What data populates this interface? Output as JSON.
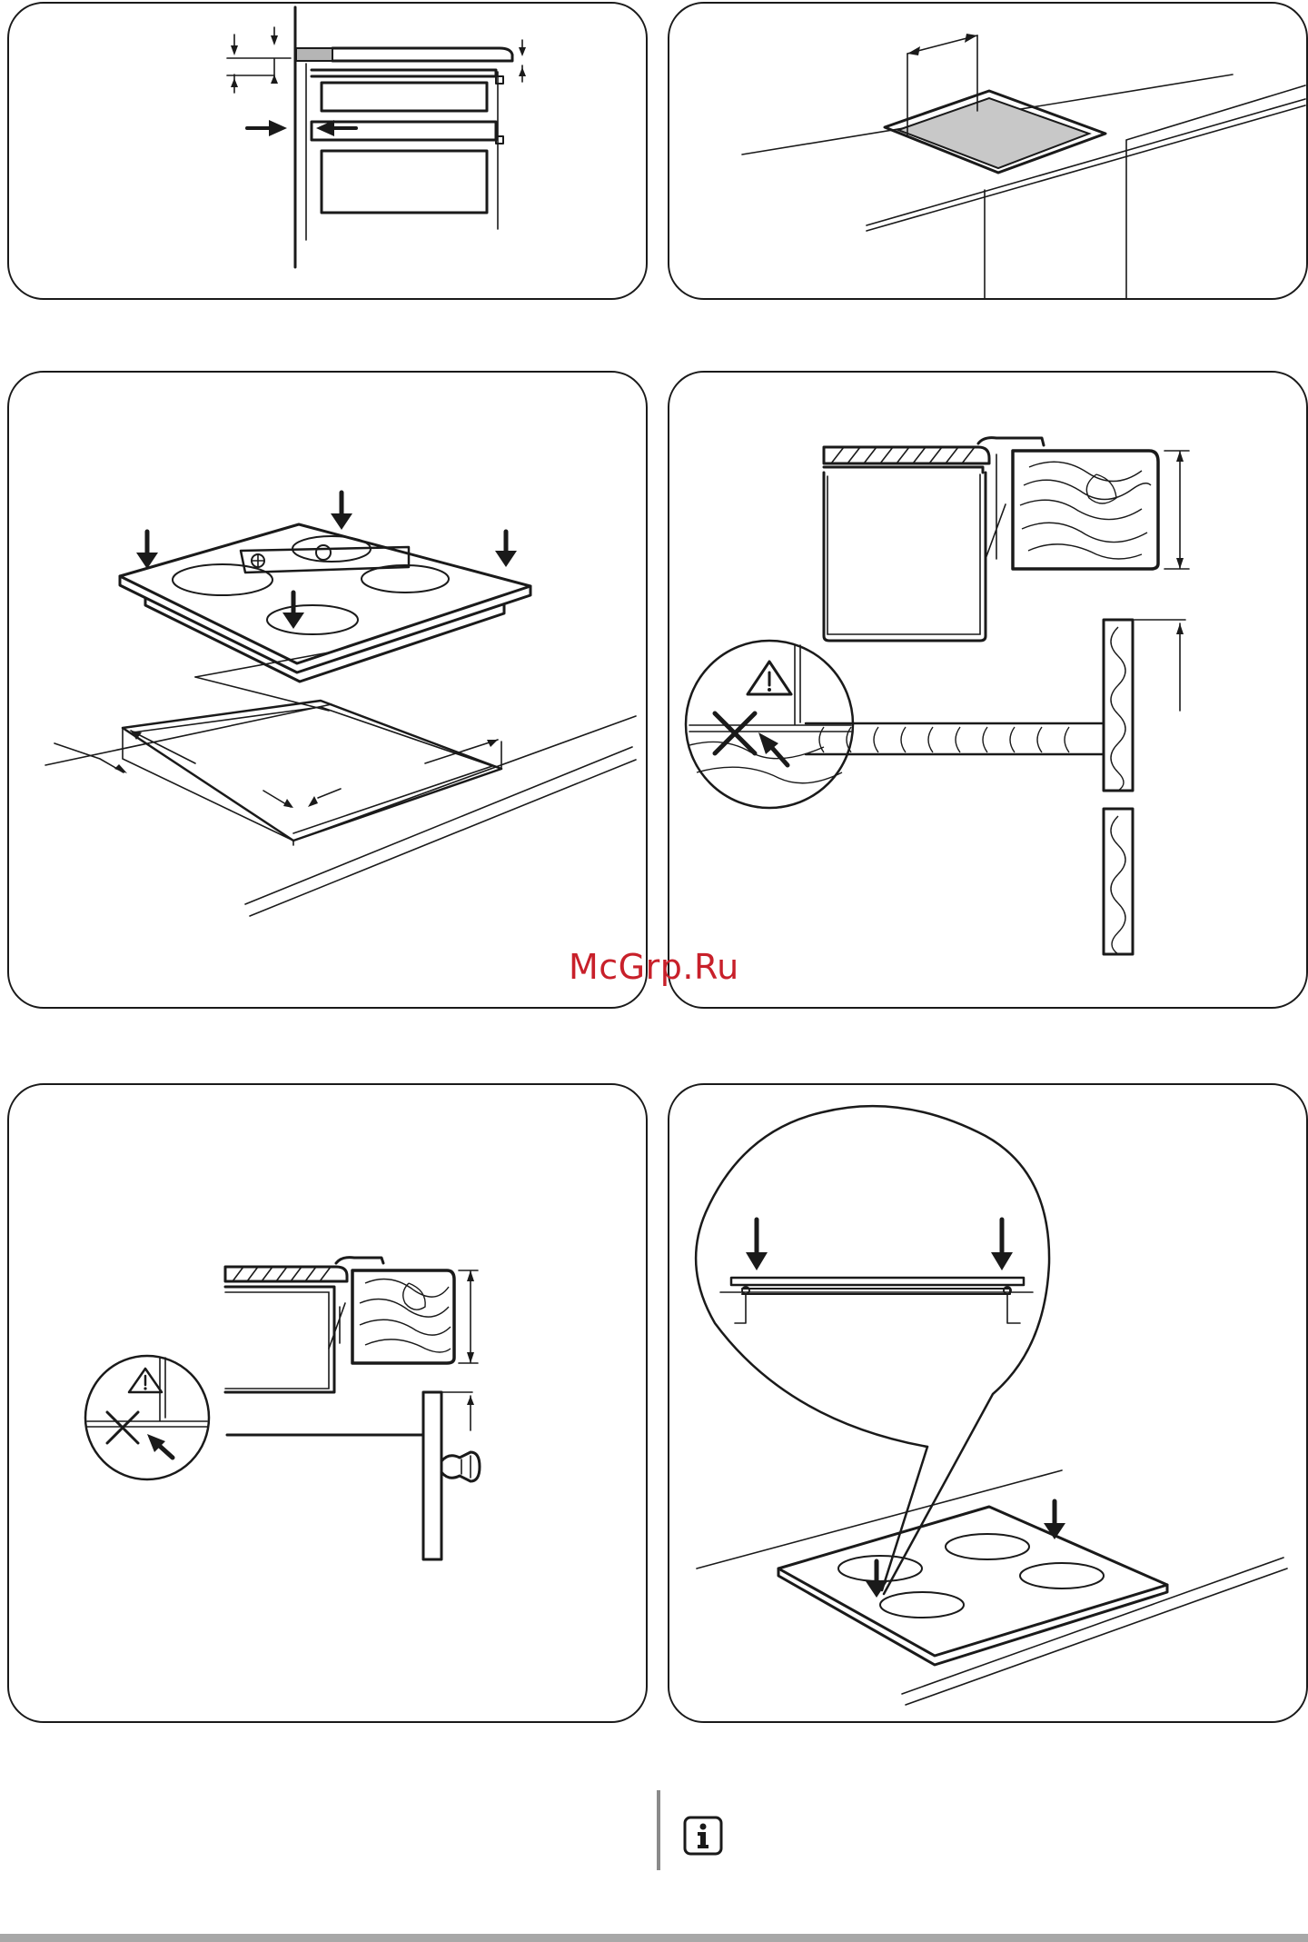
{
  "watermark": {
    "text": "McGrp.Ru",
    "color": "#c8202a"
  },
  "figures": [
    {
      "id": "fig-1",
      "subject": "cabinet-side-clearance-detail"
    },
    {
      "id": "fig-2",
      "subject": "worktop-cutout"
    },
    {
      "id": "fig-3",
      "subject": "hob-placement-into-cutout"
    },
    {
      "id": "fig-4",
      "subject": "worktop-cross-section-with-drawer"
    },
    {
      "id": "fig-5",
      "subject": "worktop-cross-section-with-door"
    },
    {
      "id": "fig-6",
      "subject": "hob-seal-pressing-detail"
    }
  ],
  "icons": {
    "warning": "warning-triangle-icon",
    "prohibited": "cross-icon",
    "info": "info-icon"
  },
  "colors": {
    "line": "#1a1a1a",
    "panel_border": "#1a1a1a",
    "footer_bar": "#a8a8a8",
    "divider": "#8a8a8a"
  }
}
